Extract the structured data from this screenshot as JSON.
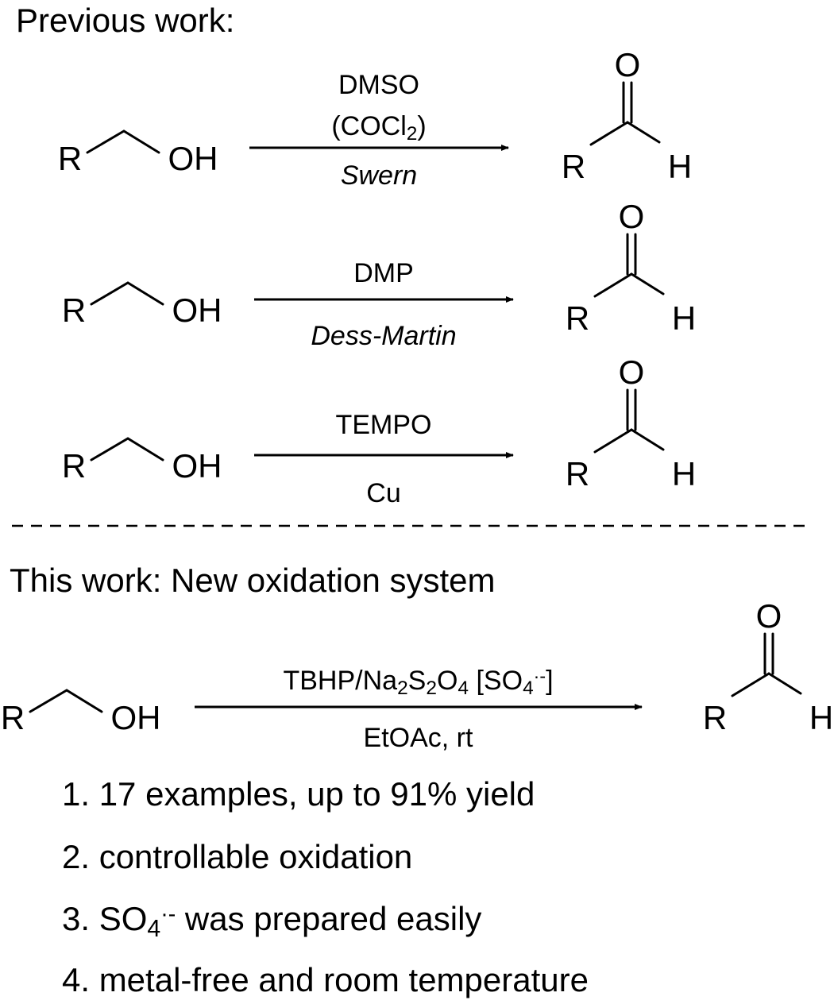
{
  "previous_heading": "Previous work:",
  "this_heading": "This work: New oxidation system",
  "atoms": {
    "R": "R",
    "OH": "OH",
    "O": "O",
    "H": "H"
  },
  "reactions": [
    {
      "above": [
        {
          "parts": [
            {
              "t": "DMSO"
            }
          ]
        },
        {
          "parts": [
            {
              "t": "(COCl"
            },
            {
              "t": "2",
              "sub": true
            },
            {
              "t": ")"
            }
          ]
        }
      ],
      "below": {
        "text": "Swern",
        "italic": true
      }
    },
    {
      "above": [
        {
          "parts": [
            {
              "t": "DMP"
            }
          ]
        }
      ],
      "below": {
        "text": "Dess-Martin",
        "italic": true
      }
    },
    {
      "above": [
        {
          "parts": [
            {
              "t": "TEMPO"
            }
          ]
        }
      ],
      "below": {
        "text": "Cu",
        "italic": false
      }
    },
    {
      "above": [
        {
          "parts": [
            {
              "t": "TBHP/Na"
            },
            {
              "t": "2",
              "sub": true
            },
            {
              "t": "S"
            },
            {
              "t": "2",
              "sub": true
            },
            {
              "t": "O"
            },
            {
              "t": "4",
              "sub": true
            },
            {
              "t": "  [SO"
            },
            {
              "t": "4",
              "sub": true
            },
            {
              "t": "·-",
              "sup": true
            },
            {
              "t": "]"
            }
          ]
        }
      ],
      "below": {
        "text": "EtOAc, rt",
        "italic": false
      }
    }
  ],
  "features": [
    {
      "parts": [
        {
          "t": "1. 17 examples, up to 91% yield"
        }
      ]
    },
    {
      "parts": [
        {
          "t": "2. controllable oxidation"
        }
      ]
    },
    {
      "parts": [
        {
          "t": "3. SO"
        },
        {
          "t": "4",
          "sub": true
        },
        {
          "t": "·-",
          "sup": true
        },
        {
          "t": " was prepared easily"
        }
      ]
    },
    {
      "parts": [
        {
          "t": "4. metal-free and room temperature"
        }
      ]
    }
  ]
}
